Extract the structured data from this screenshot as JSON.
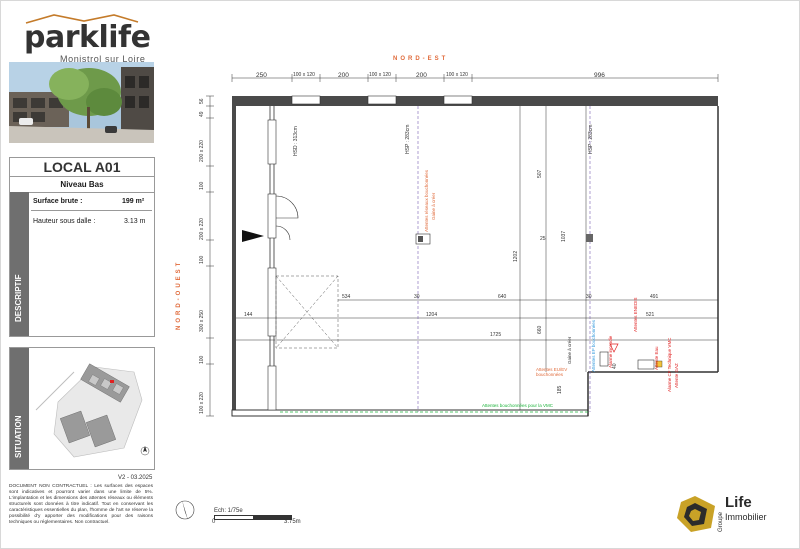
{
  "brand": {
    "name": "parklife",
    "location": "Monistrol sur Loire"
  },
  "unit": {
    "title": "LOCAL A01",
    "level": "Niveau Bas",
    "surface_label": "Surface brute :",
    "surface_value": "199 m²",
    "height_label": "Hauteur sous dalle :",
    "height_value": "3.13 m",
    "section_descriptif": "DESCRIPTIF",
    "section_situation": "SITUATION"
  },
  "version": "V2 - 03.2025",
  "disclaimer": "DOCUMENT NON CONTRACTUEL : Les surfaces des espaces sont indicatives et pourront varier dans une limite de 5%. L'implantation et les dimensions des attentes réseaux ou éléments structurels sont données à titre indicatif. Tout en conservant les caractéristiques essentielles du plan, l'homme de l'art se réserve la possibilité d'y apporter des modifications pour des raisons techniques ou réglementaires. Non contractuel.",
  "scale": {
    "label": "Ech: 1/75e",
    "start": "0",
    "end": "3.75m"
  },
  "orientation": {
    "north_east": "NORD-EST",
    "north_west": "NORD-OUEST"
  },
  "plan": {
    "top_dims": [
      "250",
      "100 x 120",
      "200",
      "100 x 120",
      "200",
      "100 x 120",
      "996"
    ],
    "left_dims": [
      "56",
      "49",
      "200 x 220",
      "100",
      "200 x 220",
      "100",
      "300 x 250",
      "100",
      "100 x 220"
    ],
    "inner_dims": [
      "534",
      "30",
      "640",
      "30",
      "491",
      "144",
      "1204",
      "521",
      "1725",
      "507",
      "1202",
      "660",
      "1037",
      "185",
      "25",
      "40"
    ],
    "heights": [
      "HSD : 313cm",
      "HSP : 283cm",
      "HSP : 283cm"
    ],
    "notes": [
      "Attentes réseaux bouchonnées",
      "Gaine à créer",
      "Attentes EP bouchonnées",
      "Gaine à créer",
      "Attentes EU/EV bouchonnées",
      "Attentes ENEDIS",
      "Attente Eau",
      "Attentes bouchonnées pour la VMC",
      "Alarme incendie",
      "Alarme CF Technique VMC",
      "Attente GAZ"
    ]
  },
  "group": {
    "prefix": "Groupe",
    "name": "Life",
    "sub": "Immobilier"
  },
  "colors": {
    "orange": "#e06a3a",
    "green": "#1db33b",
    "purple": "#7a5fb5",
    "blue": "#3399dd",
    "red": "#e02020",
    "gold": "#c9a227",
    "grey": "#6f6f6f"
  }
}
